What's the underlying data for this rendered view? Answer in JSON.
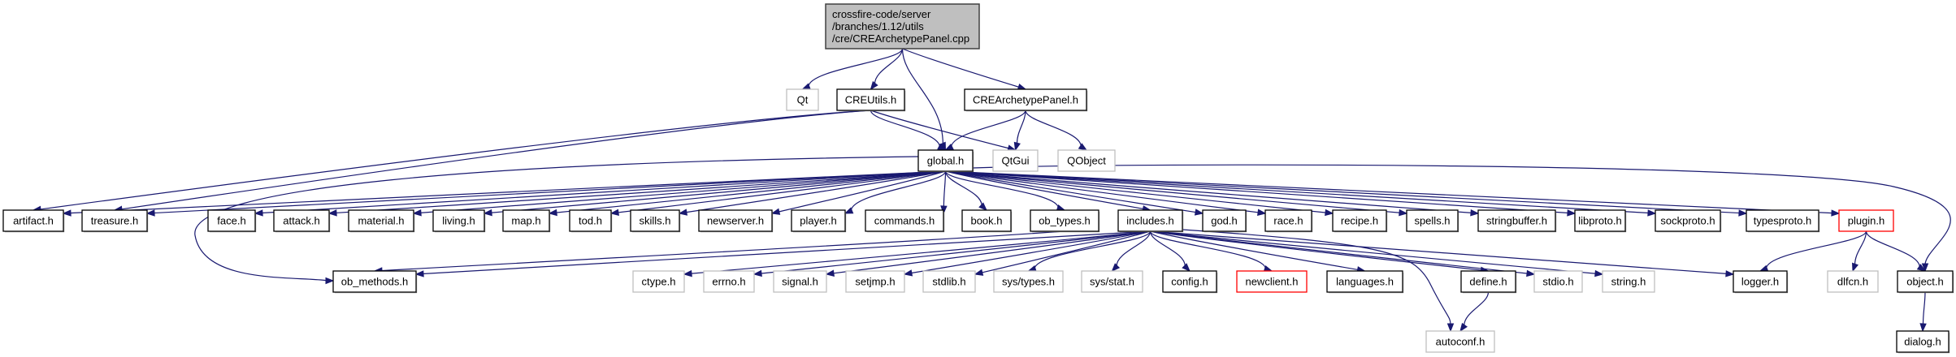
{
  "diagram": {
    "type": "include-dependency-graph",
    "colors": {
      "edge": "#191970",
      "root_fill": "#bfbfbf",
      "root_border": "#404040",
      "documented_border": "#000000",
      "undocumented_border": "#bfbfbf",
      "truncated_border": "#ff0000"
    },
    "root": {
      "id": "root",
      "lines": [
        "crossfire-code/server",
        "/branches/1.12/utils",
        "/cre/CREArchetypePanel.cpp"
      ]
    },
    "nodes": [
      {
        "id": "Qt",
        "label": "Qt",
        "kind": "undocumented"
      },
      {
        "id": "CREUtils",
        "label": "CREUtils.h",
        "kind": "documented"
      },
      {
        "id": "CREArchetypePanel",
        "label": "CREArchetypePanel.h",
        "kind": "documented"
      },
      {
        "id": "global",
        "label": "global.h",
        "kind": "documented"
      },
      {
        "id": "QtGui",
        "label": "QtGui",
        "kind": "undocumented"
      },
      {
        "id": "QObject",
        "label": "QObject",
        "kind": "undocumented"
      },
      {
        "id": "artifact",
        "label": "artifact.h",
        "kind": "documented"
      },
      {
        "id": "treasure",
        "label": "treasure.h",
        "kind": "documented"
      },
      {
        "id": "face",
        "label": "face.h",
        "kind": "documented"
      },
      {
        "id": "attack",
        "label": "attack.h",
        "kind": "documented"
      },
      {
        "id": "material",
        "label": "material.h",
        "kind": "documented"
      },
      {
        "id": "living",
        "label": "living.h",
        "kind": "documented"
      },
      {
        "id": "map",
        "label": "map.h",
        "kind": "documented"
      },
      {
        "id": "tod",
        "label": "tod.h",
        "kind": "documented"
      },
      {
        "id": "skills",
        "label": "skills.h",
        "kind": "documented"
      },
      {
        "id": "newserver",
        "label": "newserver.h",
        "kind": "documented"
      },
      {
        "id": "player",
        "label": "player.h",
        "kind": "documented"
      },
      {
        "id": "commands",
        "label": "commands.h",
        "kind": "documented"
      },
      {
        "id": "book",
        "label": "book.h",
        "kind": "documented"
      },
      {
        "id": "ob_types",
        "label": "ob_types.h",
        "kind": "documented"
      },
      {
        "id": "includes",
        "label": "includes.h",
        "kind": "documented"
      },
      {
        "id": "god",
        "label": "god.h",
        "kind": "documented"
      },
      {
        "id": "race",
        "label": "race.h",
        "kind": "documented"
      },
      {
        "id": "recipe",
        "label": "recipe.h",
        "kind": "documented"
      },
      {
        "id": "spells",
        "label": "spells.h",
        "kind": "documented"
      },
      {
        "id": "stringbuffer",
        "label": "stringbuffer.h",
        "kind": "documented"
      },
      {
        "id": "libproto",
        "label": "libproto.h",
        "kind": "documented"
      },
      {
        "id": "sockproto",
        "label": "sockproto.h",
        "kind": "documented"
      },
      {
        "id": "typesproto",
        "label": "typesproto.h",
        "kind": "documented"
      },
      {
        "id": "plugin",
        "label": "plugin.h",
        "kind": "truncated"
      },
      {
        "id": "ob_methods",
        "label": "ob_methods.h",
        "kind": "documented"
      },
      {
        "id": "ctype",
        "label": "ctype.h",
        "kind": "undocumented"
      },
      {
        "id": "errno",
        "label": "errno.h",
        "kind": "undocumented"
      },
      {
        "id": "signal",
        "label": "signal.h",
        "kind": "undocumented"
      },
      {
        "id": "setjmp",
        "label": "setjmp.h",
        "kind": "undocumented"
      },
      {
        "id": "stdlib",
        "label": "stdlib.h",
        "kind": "undocumented"
      },
      {
        "id": "systypes",
        "label": "sys/types.h",
        "kind": "undocumented"
      },
      {
        "id": "sysstat",
        "label": "sys/stat.h",
        "kind": "undocumented"
      },
      {
        "id": "config",
        "label": "config.h",
        "kind": "documented"
      },
      {
        "id": "newclient",
        "label": "newclient.h",
        "kind": "truncated"
      },
      {
        "id": "languages",
        "label": "languages.h",
        "kind": "documented"
      },
      {
        "id": "define",
        "label": "define.h",
        "kind": "documented"
      },
      {
        "id": "stdio",
        "label": "stdio.h",
        "kind": "undocumented"
      },
      {
        "id": "string",
        "label": "string.h",
        "kind": "undocumented"
      },
      {
        "id": "logger",
        "label": "logger.h",
        "kind": "documented"
      },
      {
        "id": "dlfcn",
        "label": "dlfcn.h",
        "kind": "undocumented"
      },
      {
        "id": "object",
        "label": "object.h",
        "kind": "documented"
      },
      {
        "id": "autoconf",
        "label": "autoconf.h",
        "kind": "undocumented"
      },
      {
        "id": "dialog",
        "label": "dialog.h",
        "kind": "documented"
      }
    ],
    "edges": [
      [
        "root",
        "Qt"
      ],
      [
        "root",
        "CREUtils"
      ],
      [
        "root",
        "global"
      ],
      [
        "root",
        "CREArchetypePanel"
      ],
      [
        "CREUtils",
        "global"
      ],
      [
        "CREUtils",
        "QtGui"
      ],
      [
        "CREUtils",
        "artifact"
      ],
      [
        "CREUtils",
        "treasure"
      ],
      [
        "CREArchetypePanel",
        "global"
      ],
      [
        "CREArchetypePanel",
        "QtGui"
      ],
      [
        "CREArchetypePanel",
        "QObject"
      ],
      [
        "global",
        "artifact"
      ],
      [
        "global",
        "treasure"
      ],
      [
        "global",
        "face"
      ],
      [
        "global",
        "attack"
      ],
      [
        "global",
        "material"
      ],
      [
        "global",
        "living"
      ],
      [
        "global",
        "map"
      ],
      [
        "global",
        "tod"
      ],
      [
        "global",
        "skills"
      ],
      [
        "global",
        "newserver"
      ],
      [
        "global",
        "player"
      ],
      [
        "global",
        "commands"
      ],
      [
        "global",
        "book"
      ],
      [
        "global",
        "ob_types"
      ],
      [
        "global",
        "includes"
      ],
      [
        "global",
        "god"
      ],
      [
        "global",
        "race"
      ],
      [
        "global",
        "recipe"
      ],
      [
        "global",
        "spells"
      ],
      [
        "global",
        "stringbuffer"
      ],
      [
        "global",
        "libproto"
      ],
      [
        "global",
        "sockproto"
      ],
      [
        "global",
        "typesproto"
      ],
      [
        "global",
        "plugin"
      ],
      [
        "global",
        "ob_methods"
      ],
      [
        "global",
        "object"
      ],
      [
        "ob_types",
        "ob_methods"
      ],
      [
        "includes",
        "ob_methods"
      ],
      [
        "includes",
        "ctype"
      ],
      [
        "includes",
        "errno"
      ],
      [
        "includes",
        "signal"
      ],
      [
        "includes",
        "setjmp"
      ],
      [
        "includes",
        "stdlib"
      ],
      [
        "includes",
        "systypes"
      ],
      [
        "includes",
        "sysstat"
      ],
      [
        "includes",
        "config"
      ],
      [
        "includes",
        "newclient"
      ],
      [
        "includes",
        "languages"
      ],
      [
        "includes",
        "define"
      ],
      [
        "includes",
        "stdio"
      ],
      [
        "includes",
        "string"
      ],
      [
        "includes",
        "logger"
      ],
      [
        "includes",
        "autoconf"
      ],
      [
        "plugin",
        "logger"
      ],
      [
        "plugin",
        "dlfcn"
      ],
      [
        "plugin",
        "object"
      ],
      [
        "define",
        "autoconf"
      ],
      [
        "object",
        "dialog"
      ]
    ]
  }
}
